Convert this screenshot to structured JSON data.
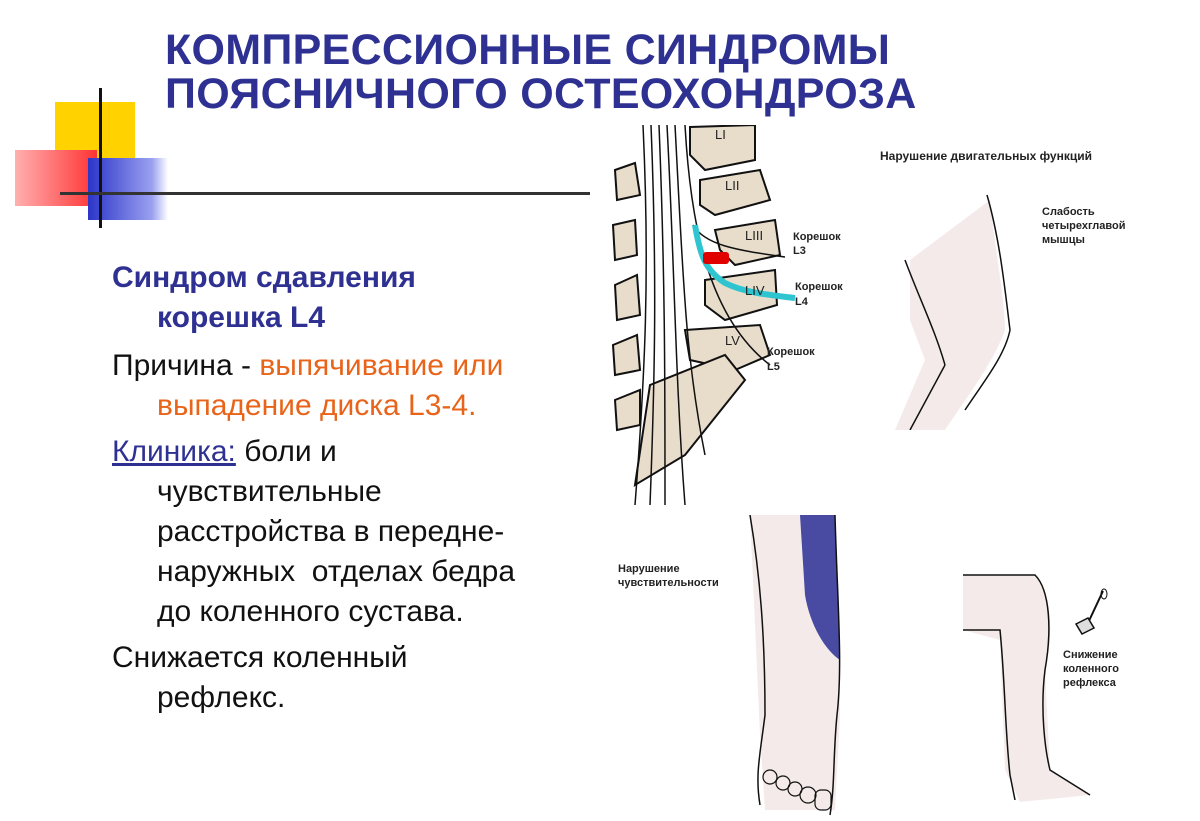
{
  "title": {
    "line1": "КОМПРЕССИОННЫЕ СИНДРОМЫ",
    "line2": "ПОЯСНИЧНОГО ОСТЕОХОНДРОЗА"
  },
  "content": {
    "heading_line1": "Синдром сдавления",
    "heading_line2": "корешка L4",
    "cause_label": "Причина - ",
    "cause_line1": "выпячивание или",
    "cause_line2": "выпадение диска L3-4.",
    "clinic_label": "Клиника:",
    "clinic_line1": " боли и",
    "clinic_line2": "чувствительные",
    "clinic_line3": "расстройства в передне-",
    "clinic_line4": "наружных  отделах бедра",
    "clinic_line5": "до коленного сустава.",
    "reflex_line1": "Снижается коленный",
    "reflex_line2": "рефлекс."
  },
  "spine": {
    "vertebrae": [
      "LI",
      "LII",
      "LIII",
      "LIV",
      "LV"
    ],
    "root_l3": [
      "Корешок",
      "L3"
    ],
    "root_l4": [
      "Корешок",
      "L4"
    ],
    "root_l5": [
      "Корешок",
      "L5"
    ]
  },
  "motor": {
    "title": "Нарушение двигательных функций",
    "label": [
      "Слабость",
      "четырехглавой",
      "мышцы"
    ]
  },
  "sensory": {
    "label": [
      "Нарушение",
      "чувствительности"
    ]
  },
  "reflex": {
    "label": [
      "Снижение",
      "коленного",
      "рефлекса"
    ]
  },
  "colors": {
    "title_blue": "#2e3192",
    "orange": "#e8641a",
    "root_cyan": "#2ec4d0",
    "hernia_red": "#e00000",
    "bone": "#e8dccb",
    "sensory_blue": "#2a2f95"
  }
}
